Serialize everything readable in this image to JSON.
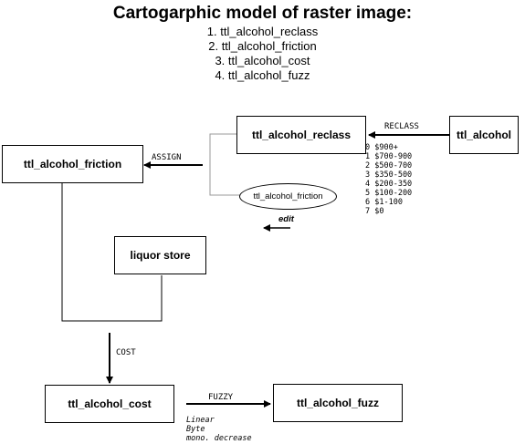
{
  "title": "Cartogarphic model of raster image:",
  "steps": [
    "1. ttl_alcohol_reclass",
    "2. ttl_alcohol_friction",
    "3. ttl_alcohol_cost",
    "4. ttl_alcohol_fuzz"
  ],
  "nodes": {
    "ttl_alcohol": "ttl_alcohol",
    "reclass": "ttl_alcohol_reclass",
    "friction": "ttl_alcohol_friction",
    "friction_table": "ttl_alcohol_friction",
    "liquor_store": "liquor store",
    "cost": "ttl_alcohol_cost",
    "fuzz": "ttl_alcohol_fuzz"
  },
  "operations": {
    "reclass": "RECLASS",
    "assign": "ASSIGN",
    "edit": "edit",
    "cost": "COST",
    "fuzzy": "FUZZY"
  },
  "reclass_values": [
    "0 $900+",
    "1 $700-900",
    "2 $500-700",
    "3 $350-500",
    "4 $200-350",
    "5 $100-200",
    "6 $1-100",
    "7 $0"
  ],
  "fuzzy_params": [
    "Linear",
    "Byte",
    "mono. decrease"
  ]
}
